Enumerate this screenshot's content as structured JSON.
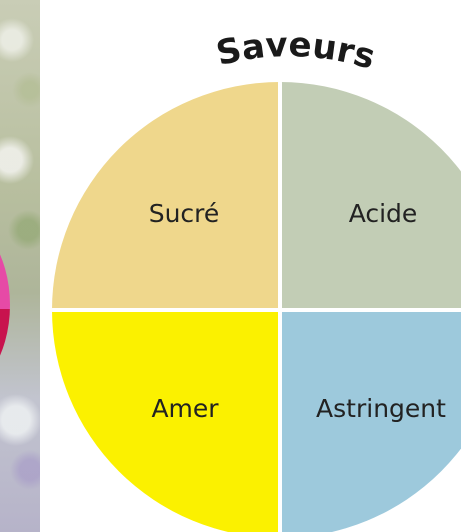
{
  "title": "Saveurs",
  "quadrants": [
    {
      "label": "Sucré",
      "color": "#efd78c"
    },
    {
      "label": "Acide",
      "color": "#c2cdb5"
    },
    {
      "label": "Amer",
      "color": "#fbf100"
    },
    {
      "label": "Astringent",
      "color": "#9dc9dc"
    }
  ],
  "photo_colors": {
    "pink": "#e64aa6",
    "crimson": "#c8134e"
  }
}
